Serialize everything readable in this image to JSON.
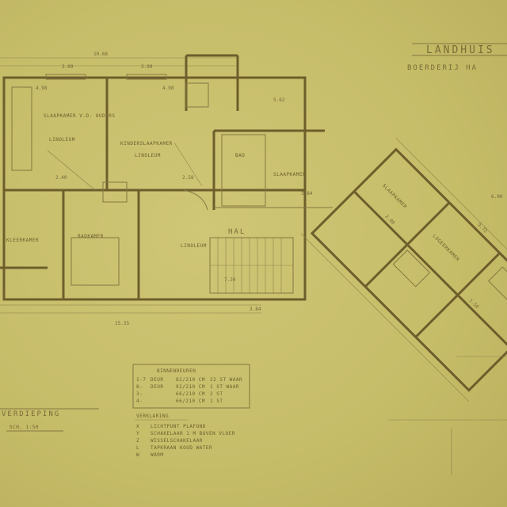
{
  "title": {
    "main": "LANDHUIS",
    "sub": "BOERDERIJ HA"
  },
  "floor": {
    "name": "VERDIEPING",
    "scale": "SCH. 1:50"
  },
  "rooms": {
    "parents_bedroom": "SLAAPKAMER V.D. OUDERS",
    "kids_bedroom": "KINDERSLAAPKAMER",
    "linoleum": "LINOLEUM",
    "bath": "BAD",
    "bedroom": "SLAAPKAMER",
    "hall": "HAL",
    "bathroom": "BADKAMER",
    "dressing_room": "KLEERKAMER",
    "wing_room_1": "SLAAPKAMER",
    "wing_room_2": "LOGEERKAMER"
  },
  "dimensions": {
    "overall_width": "10.68",
    "bay_1": "3.09",
    "bay_2": "3.09",
    "right": "5.62",
    "bottom": "15.35",
    "d1": "4.98",
    "d2": "4.98",
    "d3": "2.40",
    "d4": "3.84",
    "d5": "7.20",
    "d6": "2.58",
    "d7": "3.84",
    "d8": "9.72",
    "d9": "6.00",
    "d10": "2.00",
    "d11": "1.50"
  },
  "legend_doors": {
    "heading": "BINNENDEUREN",
    "rows": [
      [
        "1-7",
        "DEUR",
        "82/210 CM",
        "22 ST WAAR"
      ],
      [
        "8-",
        "DEUR",
        "92/210 CM",
        "1 ST WAAR"
      ],
      [
        "3-",
        "",
        "66/210 CM",
        "2 ST"
      ],
      [
        "4-",
        "",
        "66/210 CM",
        "1 ST"
      ]
    ]
  },
  "legend_symbols": {
    "heading": "VERKLARING",
    "rows": [
      [
        "X",
        "LICHTPUNT PLAFOND"
      ],
      [
        "Y",
        "SCHAKELAAR 1 M BOVEN VLOER"
      ],
      [
        "Z",
        "WISSELSCHAKELAAR"
      ],
      [
        "L",
        "TAPKRAAN KOUD WATER"
      ],
      [
        "W",
        "WARM"
      ]
    ]
  }
}
